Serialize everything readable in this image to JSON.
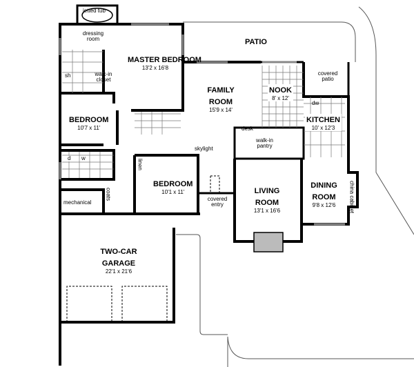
{
  "rooms": {
    "jetted_tub": "jetted tub",
    "dressing_room": "dressing room",
    "master_bedroom": {
      "name": "MASTER BEDROOM",
      "size": "13'2 x 16'8"
    },
    "patio": "PATIO",
    "shower": "sh",
    "walk_in_closet": "walk-in closet",
    "family_room": {
      "name": "FAMILY ROOM",
      "size": "15'9 x 14'"
    },
    "nook": {
      "name": "NOOK",
      "size": "8' x 12'"
    },
    "covered_patio": "covered patio",
    "dishwasher": "dw",
    "kitchen": {
      "name": "KITCHEN",
      "size": "10' x 12'3"
    },
    "desk": "desk",
    "walk_in_pantry": "walk-in pantry",
    "bedroom_1": {
      "name": "BEDROOM",
      "size": "10'7 x 11'"
    },
    "skylight": "skylight",
    "dryer": "d",
    "washer": "w",
    "linen": "linen",
    "bedroom_2": {
      "name": "BEDROOM",
      "size": "10'1 x 11'"
    },
    "coats": "coats",
    "mechanical": "mechanical",
    "covered_entry": "covered entry",
    "living_room": {
      "name": "LIVING ROOM",
      "size": "13'1 x 16'6"
    },
    "dining_room": {
      "name": "DINING ROOM",
      "size": "9'8 x 12'6"
    },
    "china_cabinet": "china cabinet",
    "garage": {
      "name": "TWO-CAR GARAGE",
      "size": "22'1 x 21'6"
    }
  }
}
